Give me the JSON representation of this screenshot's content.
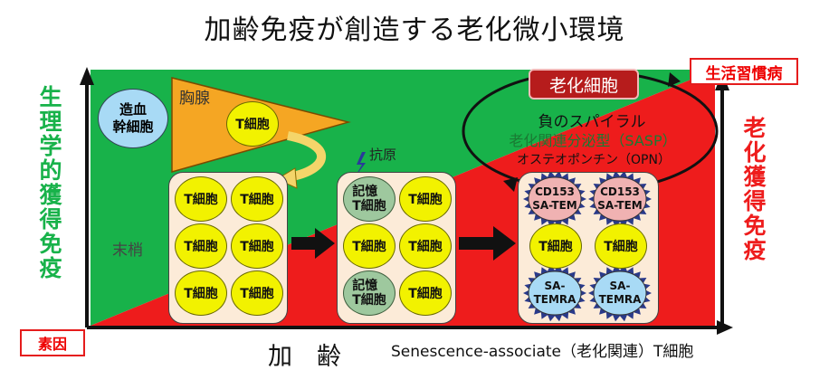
{
  "title": "加齢免疫が創造する老化微小環境",
  "left_axis_label": "生理学的獲得免疫",
  "right_axis_label": "老化獲得免疫",
  "lifestyle_box": "生活習慣病",
  "factor_box": "素因",
  "x_axis": {
    "main": "加　齢",
    "sub": "Senescence-associate（老化関連）T細胞"
  },
  "hsc": "造血\n幹細胞",
  "thymus": {
    "label": "胸腺",
    "cell": "T細胞"
  },
  "antigen": "抗原",
  "periphery": "末梢",
  "senescent_cell": "老化細胞",
  "spiral": {
    "line1": "負のスパイラル",
    "line2": "老化関連分泌型（SASP）",
    "line3": "オステオポンチン（OPN）"
  },
  "group1": [
    "T細胞",
    "T細胞",
    "T細胞",
    "T細胞",
    "T細胞",
    "T細胞"
  ],
  "group2": [
    "記憶\nT細胞",
    "T細胞",
    "T細胞",
    "T細胞",
    "記憶\nT細胞",
    "T細胞"
  ],
  "group3": {
    "sen1": "CD153\nSA-TEM",
    "sen2": "CD153\nSA-TEM",
    "t1": "T細胞",
    "t2": "T細胞",
    "temra1": "SA-\nTEMRA",
    "temra2": "SA-\nTEMRA"
  },
  "colors": {
    "green": "#18b24a",
    "red": "#ee1c1c",
    "yellow": "#f2f200",
    "memory": "#9ec89e",
    "pink": "#f0b2b2",
    "blue": "#a8daf5",
    "senescent": "#b61c1c"
  }
}
